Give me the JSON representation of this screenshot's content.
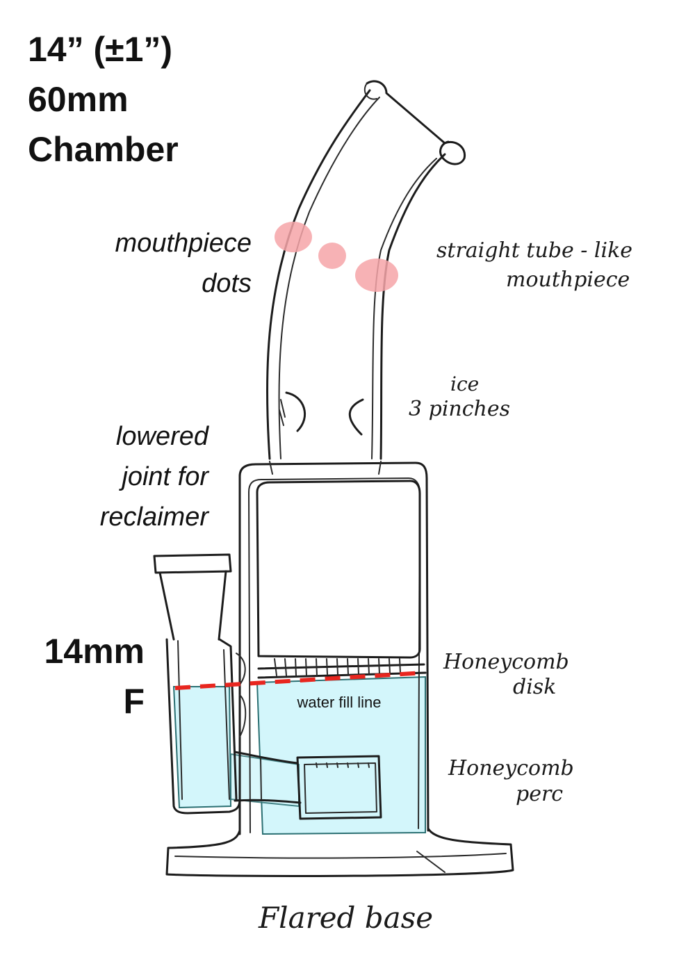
{
  "colors": {
    "water": "#d3f6fb",
    "water_stroke": "#2a6f72",
    "dots": "#f6a5a8",
    "fill_line": "#e8261f",
    "ink": "#1c1c1c"
  },
  "labels": {
    "size_line1": "14” (±1”)",
    "size_line2": "60mm",
    "size_line3": "Chamber",
    "mouthpiece_dots_line1": "mouthpiece",
    "mouthpiece_dots_line2": "dots",
    "lowered_joint_line1": "lowered",
    "lowered_joint_line2": "joint for",
    "lowered_joint_line3": "reclaimer",
    "joint_size_line1": "14mm",
    "joint_size_line2": "F",
    "water_fill_line": "water fill line",
    "straight_tube_line1": "straight tube - like",
    "straight_tube_line2": "mouthpiece",
    "ice_pinches_line1": "ice",
    "ice_pinches_line2": "3 pinches",
    "honeycomb_disk_line1": "Honeycomb",
    "honeycomb_disk_line2": "disk",
    "honeycomb_perc_line1": "Honeycomb",
    "honeycomb_perc_line2": "perc",
    "flared_base": "Flared base"
  }
}
